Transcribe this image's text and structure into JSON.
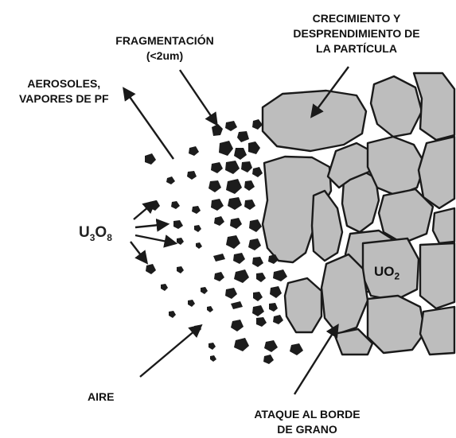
{
  "labels": {
    "crecimiento": [
      "CRECIMIENTO Y",
      "DESPRENDIMIENTO DE",
      "LA PARTÍCULA"
    ],
    "fragmentacion": [
      "FRAGMENTACIÓN",
      "(<2um)"
    ],
    "aerosoles": [
      "AEROSOLES,",
      "VAPORES DE PF"
    ],
    "aire": "AIRE",
    "ataque": [
      "ATAQUE AL BORDE",
      "DE GRANO"
    ]
  },
  "species": {
    "u3o8": {
      "U": "U",
      "sub1": "3",
      "O": "O",
      "sub2": "8"
    },
    "uo2": {
      "U": "UO",
      "sub": "2"
    }
  },
  "colors": {
    "grain_fill": "#bdbdbd",
    "grain_stroke": "#1a1a1a",
    "particle": "#1c1c1c",
    "arrow": "#1a1a1a",
    "text": "#111111"
  }
}
